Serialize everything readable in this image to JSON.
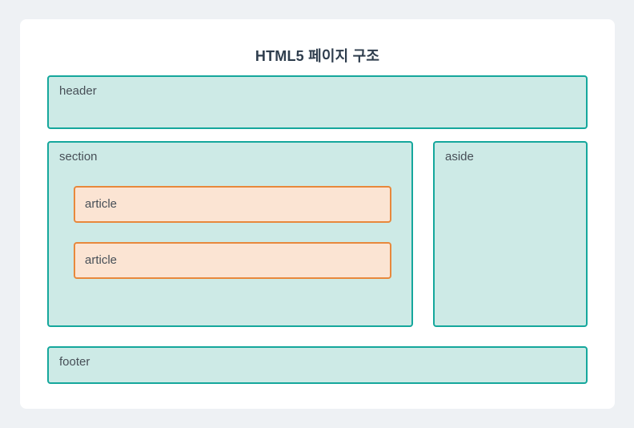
{
  "page": {
    "title": "HTML5 페이지 구조",
    "background_color": "#eef1f4",
    "card_color": "#ffffff",
    "title_color": "#2e3d4d"
  },
  "palette": {
    "teal_border": "#15a79c",
    "teal_fill": "#cdeae6",
    "orange_border": "#e8883c",
    "orange_fill": "#fbe4d3",
    "label_color": "#474f57"
  },
  "layout": {
    "header": {
      "label": "header"
    },
    "section": {
      "label": "section"
    },
    "aside": {
      "label": "aside"
    },
    "footer": {
      "label": "footer"
    },
    "articles": [
      {
        "label": "article"
      },
      {
        "label": "article"
      }
    ]
  }
}
